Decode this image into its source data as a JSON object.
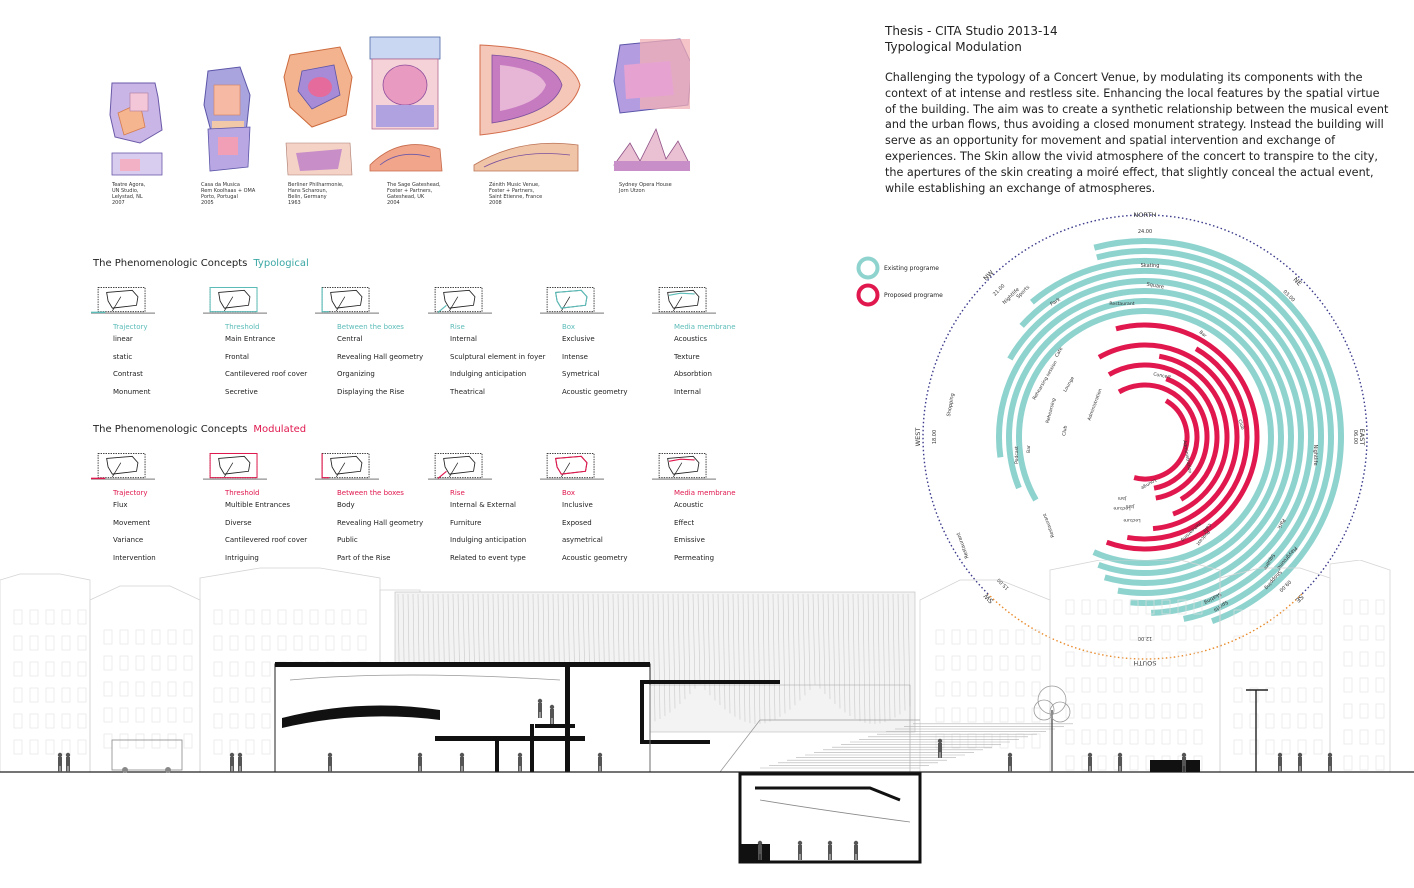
{
  "title": {
    "line1": "Thesis - CITA Studio 2013-14",
    "line2": "Typological Modulation"
  },
  "description": "Challenging the typology of a Concert Venue, by modulating its components with the context of at intense and restless site. Enhancing the local features by the spatial virtue of the building. The aim was to create a synthetic relationship between the musical event and the urban flows, thus avoiding a closed monument strategy. Instead the building will serve as an opportunity for movement and spatial intervention and exchange of experiences. The Skin allow the vivid atmosphere of the concert to transpire to the city, the apertures of the skin creating a moiré effect, that slightly conceal the actual event, while establishing an exchange of atmospheres.",
  "references": [
    {
      "caption": "Teatre Agora,\nUN Studio,\nLelystad, NL\n2007"
    },
    {
      "caption": "Casa da Musica\nRem Koolhaas + OMA\nPorto, Portugal\n2005"
    },
    {
      "caption": "Berliner Philharmonie,\nHans Scharoun,\nBelin, Germany\n1963"
    },
    {
      "caption": "The Sage Gateshead,\nFoster + Partners,\nGateshead, UK\n2004"
    },
    {
      "caption": "Zénith Music Venue,\nFoster + Partners,\nSaint Etienne, France\n2008"
    },
    {
      "caption": "Sydney Opera House\nJorn Utzon"
    }
  ],
  "concepts": {
    "heading": "The Phenomenologic Concepts",
    "typological_label": "Typological",
    "modulated_label": "Modulated",
    "typological": [
      {
        "name": "Trajectory",
        "items": [
          "linear",
          "static",
          "Contrast",
          "Monument"
        ]
      },
      {
        "name": "Threshold",
        "items": [
          "Main Entrance",
          "Frontal",
          "Cantilevered roof cover",
          "Secretive"
        ]
      },
      {
        "name": "Between the boxes",
        "items": [
          "Central",
          "Revealing Hall geometry",
          "Organizing",
          "Displaying the Rise"
        ]
      },
      {
        "name": "Rise",
        "items": [
          "Internal",
          "Sculptural element in foyer",
          "Indulging anticipation",
          "Theatrical"
        ]
      },
      {
        "name": "Box",
        "items": [
          "Exclusive",
          "Intense",
          "Symetrical",
          "Acoustic geometry"
        ]
      },
      {
        "name": "Media membrane",
        "items": [
          "Acoustics",
          "Texture",
          "Absorbtion",
          "Internal"
        ]
      }
    ],
    "modulated": [
      {
        "name": "Trajectory",
        "items": [
          "Flux",
          "Movement",
          "Variance",
          "Intervention"
        ]
      },
      {
        "name": "Threshold",
        "items": [
          "Multible Entrances",
          "Diverse",
          "Cantilevered roof cover",
          "Intriguing"
        ]
      },
      {
        "name": "Between the boxes",
        "items": [
          "Body",
          "Revealing Hall geometry",
          "Public",
          "Part of the Rise"
        ]
      },
      {
        "name": "Rise",
        "items": [
          "Internal & External",
          "Furniture",
          "Indulging anticipation",
          "Related to event type"
        ]
      },
      {
        "name": "Box",
        "items": [
          "Inclusive",
          "Exposed",
          "asymetrical",
          "Acoustic geometry"
        ]
      },
      {
        "name": "Media membrane",
        "items": [
          "Acoustic",
          "Effect",
          "Emissive",
          "Permeating"
        ]
      }
    ]
  },
  "legend": {
    "existing": "Existing programe",
    "proposed": "Proposed programe"
  },
  "colors": {
    "teal": "#5bbcb8",
    "teal_ring": "#8fd3cf",
    "crimson": "#e0184e",
    "navy_dots": "#3a3a8c",
    "orange_dots": "#e98a2a"
  },
  "radial": {
    "directions": {
      "north": "NORTH",
      "south": "SOUTH",
      "east": "EAST",
      "west": "WEST",
      "ne": "NE",
      "nw": "NW",
      "se": "SE",
      "sw": "SW"
    },
    "times": {
      "t24": "24.00",
      "t12": "12.00",
      "t18": "18.00",
      "t06": "06.00",
      "t0300": "03.00",
      "t2100": "21.00",
      "t1500": "15.00",
      "t0900": "09.00"
    },
    "existing_labels": [
      "Skating",
      "Square",
      "Park",
      "Nightlife",
      "Sports",
      "Shopping",
      "Restaurant",
      "Nightlife",
      "Park",
      "Square",
      "Playground",
      "Shopping",
      "Skating",
      "Sports"
    ],
    "proposed_labels": [
      "Restaurant",
      "Bar",
      "Cafe",
      "Club",
      "Concert",
      "Club",
      "Restaurant",
      "Lounge",
      "Administration",
      "Jam",
      "Lecture",
      "Bar",
      "Podcast",
      "Rehearsing",
      "Cafe",
      "Podcast",
      "Rehearsing",
      "Lounge",
      "Jam",
      "Lecture",
      "Administration",
      "Rehearsing session"
    ]
  }
}
